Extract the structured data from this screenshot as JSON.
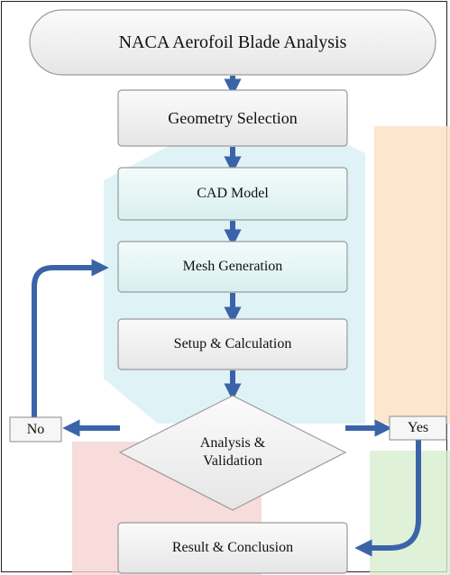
{
  "flowchart": {
    "title": "NACA Aerofoil Blade Analysis",
    "steps": {
      "geometry": "Geometry Selection",
      "cad": "CAD Model",
      "mesh": "Mesh Generation",
      "setup": "Setup & Calculation",
      "result": "Result & Conclusion"
    },
    "decision": {
      "line1": "Analysis &",
      "line2": "Validation"
    },
    "branches": {
      "no": "No",
      "yes": "Yes"
    }
  },
  "colors": {
    "arrow": "#3b64a8",
    "box_fill": "#f1f1f1",
    "box_fill_tint": "#e1f4f4",
    "box_border": "#9a9a9a",
    "watermark_cyan": "#d4eff4",
    "watermark_orange": "#fbe2c6",
    "watermark_red": "#f6d2d2",
    "watermark_green": "#d7efcf"
  }
}
